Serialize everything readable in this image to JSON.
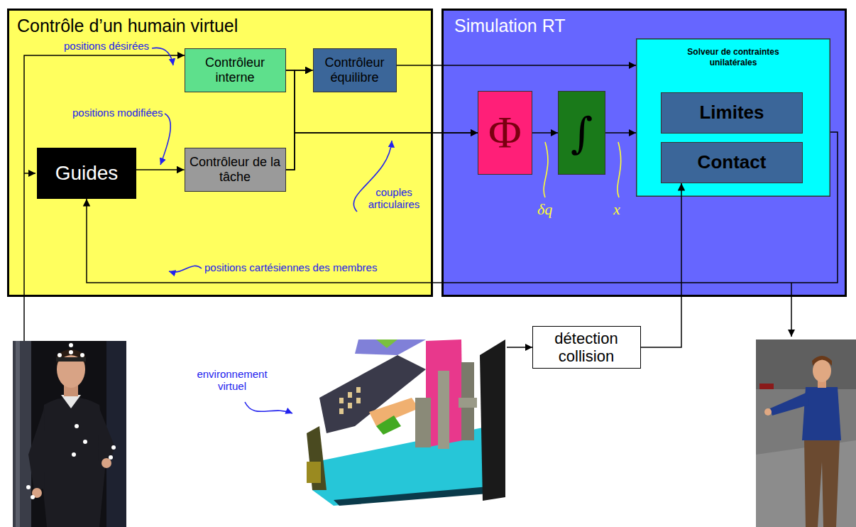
{
  "diagram": {
    "nodes": [
      {
        "text": [
          "Contrôle d’un humain virtuel"
        ]
      },
      {
        "text": [
          "Contrôleur interne"
        ],
        "in": 0
      },
      {
        "text": [
          "Contrôleur équilibre"
        ],
        "in": 0
      },
      {
        "text": [
          "Guides"
        ],
        "in": 0
      },
      {
        "text": [
          "Contrôleur de la tâche"
        ],
        "in": 0
      },
      {
        "text": [
          "Simulation RT"
        ]
      },
      {
        "text": [
          "Φ"
        ],
        "in": 5
      },
      {
        "text": [
          "∫"
        ],
        "in": 5
      },
      {
        "text": [
          "Solveur de contraintes unilatérales"
        ],
        "in": 5
      },
      {
        "text": [
          "Limites"
        ],
        "in": 8
      },
      {
        "text": [
          "Contact"
        ],
        "in": 8
      },
      {
        "text": [
          "détection collision"
        ]
      }
    ],
    "edges": [
      {
        "from": 1,
        "to": 2,
        "arrow": "to"
      },
      {
        "from": 4,
        "to": 2,
        "arrow": "to"
      },
      {
        "from": 1,
        "to": 6,
        "arrow": "to"
      },
      {
        "from": 4,
        "to": 6,
        "arrow": "to"
      },
      {
        "from": 3,
        "to": 4,
        "arrow": "to"
      },
      {
        "from": 2,
        "to": 8,
        "arrow": "to"
      },
      {
        "from": 6,
        "to": 7,
        "arrow": "to"
      },
      {
        "from": 7,
        "to": 8,
        "arrow": "to"
      },
      {
        "from": 8,
        "to": 3,
        "arrow": "to"
      },
      {
        "from": 11,
        "to": 10,
        "arrow": "to"
      }
    ],
    "labels": [
      "positions désirées",
      "positions modifiées",
      "couples articulaires",
      "positions cartésiennes des membres",
      "environnement virtuel",
      "δq",
      "x"
    ]
  }
}
